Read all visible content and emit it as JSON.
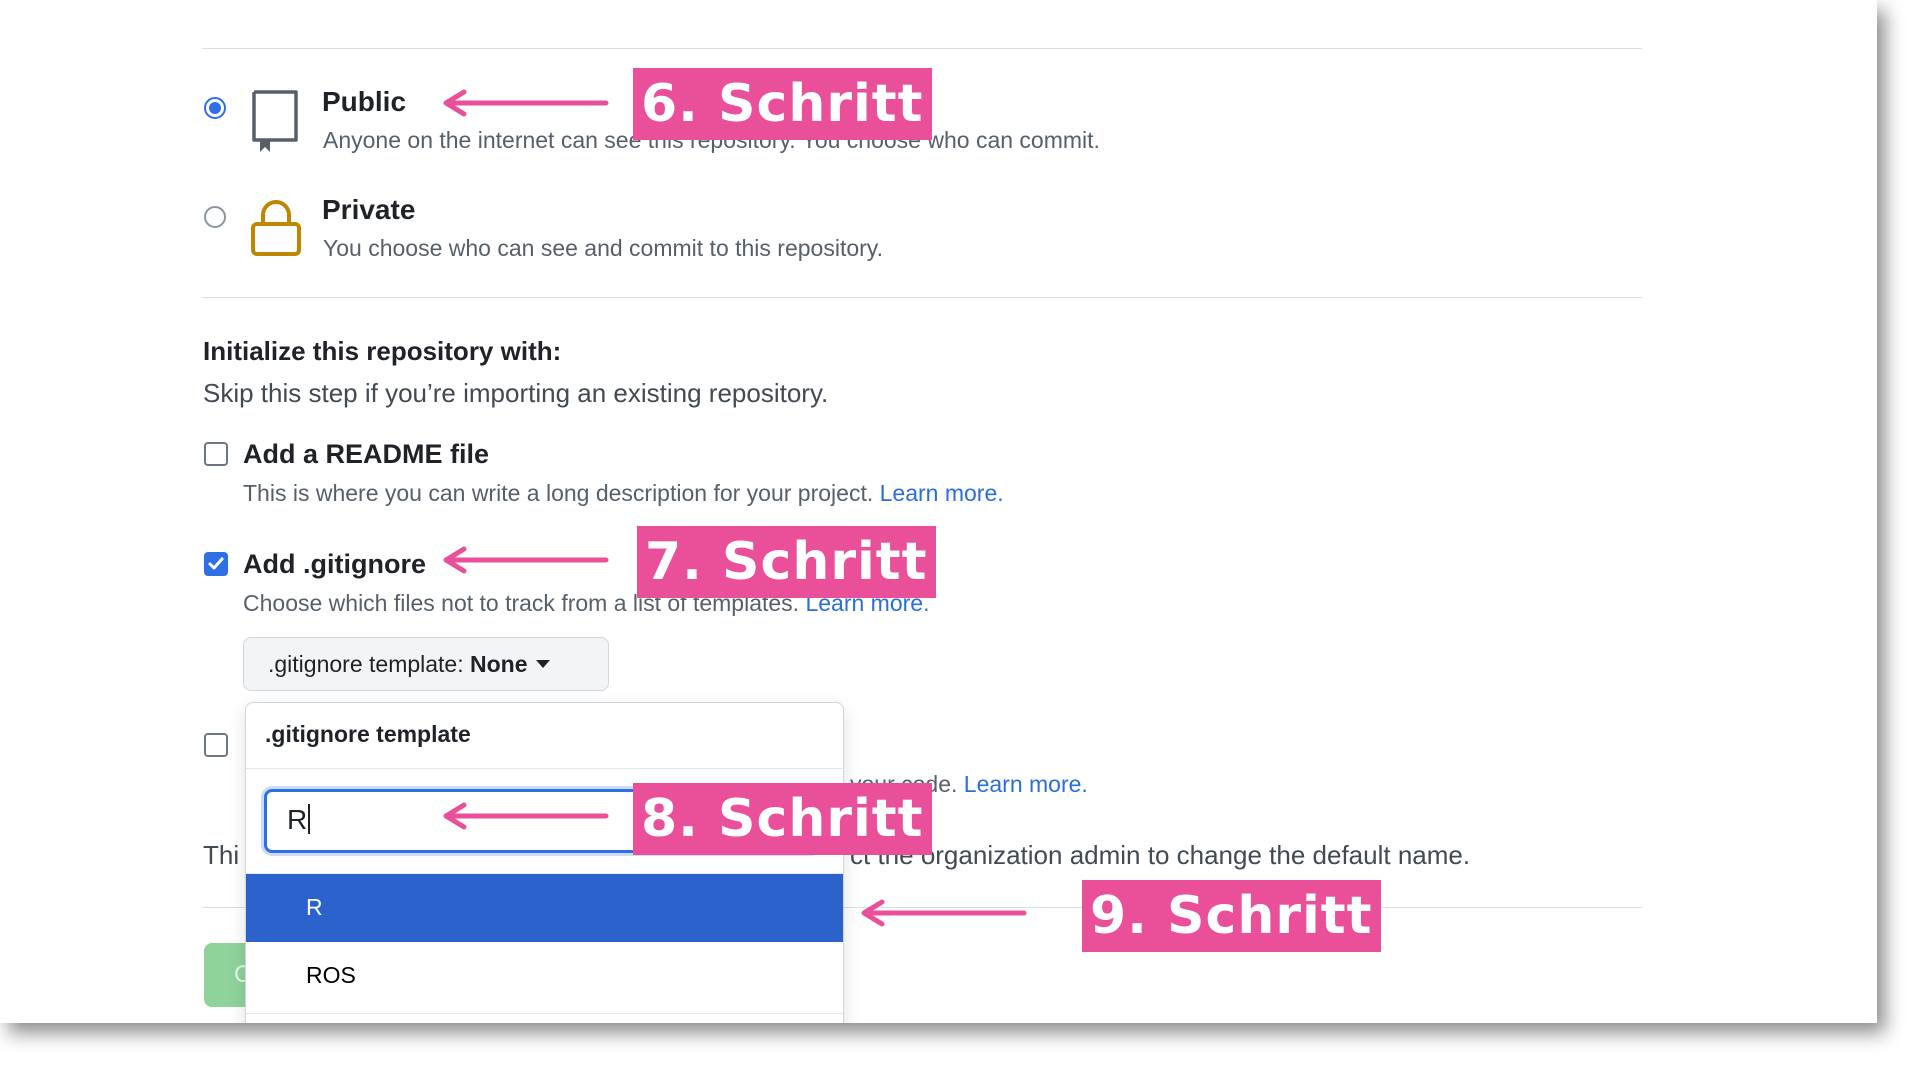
{
  "visibility": {
    "public": {
      "title": "Public",
      "description": "Anyone on the internet can see this repository. You choose who can commit.",
      "selected": true
    },
    "private": {
      "title": "Private",
      "description": "You choose who can see and commit to this repository.",
      "selected": false
    }
  },
  "initialize": {
    "heading": "Initialize this repository with:",
    "subheading": "Skip this step if you’re importing an existing repository.",
    "readme": {
      "label": "Add a README file",
      "description": "This is where you can write a long description for your project.",
      "link": "Learn more.",
      "checked": false
    },
    "gitignore": {
      "label": "Add .gitignore",
      "description": "Choose which files not to track from a list of templates.",
      "link": "Learn more.",
      "checked": true
    },
    "license": {
      "description_tail": "your code.",
      "link": "Learn more.",
      "checked": false
    }
  },
  "template_button": {
    "prefix": ".gitignore template: ",
    "value": "None"
  },
  "dropdown": {
    "header": ".gitignore template",
    "filter_value": "R",
    "items": [
      {
        "label": "R",
        "selected": true
      },
      {
        "label": "ROS",
        "selected": false
      }
    ]
  },
  "branch_note": {
    "prefix": "Thi",
    "tail": "ct the organization admin to change the default name."
  },
  "create_button": {
    "label": "C"
  },
  "annotations": [
    "6. Schritt",
    "7. Schritt",
    "8. Schritt",
    "9. Schritt"
  ],
  "colors": {
    "accent": "#2f6fe4",
    "annotation": "#ea4f9a",
    "selected_item": "#2c62cc",
    "link": "#2b6fd6"
  }
}
